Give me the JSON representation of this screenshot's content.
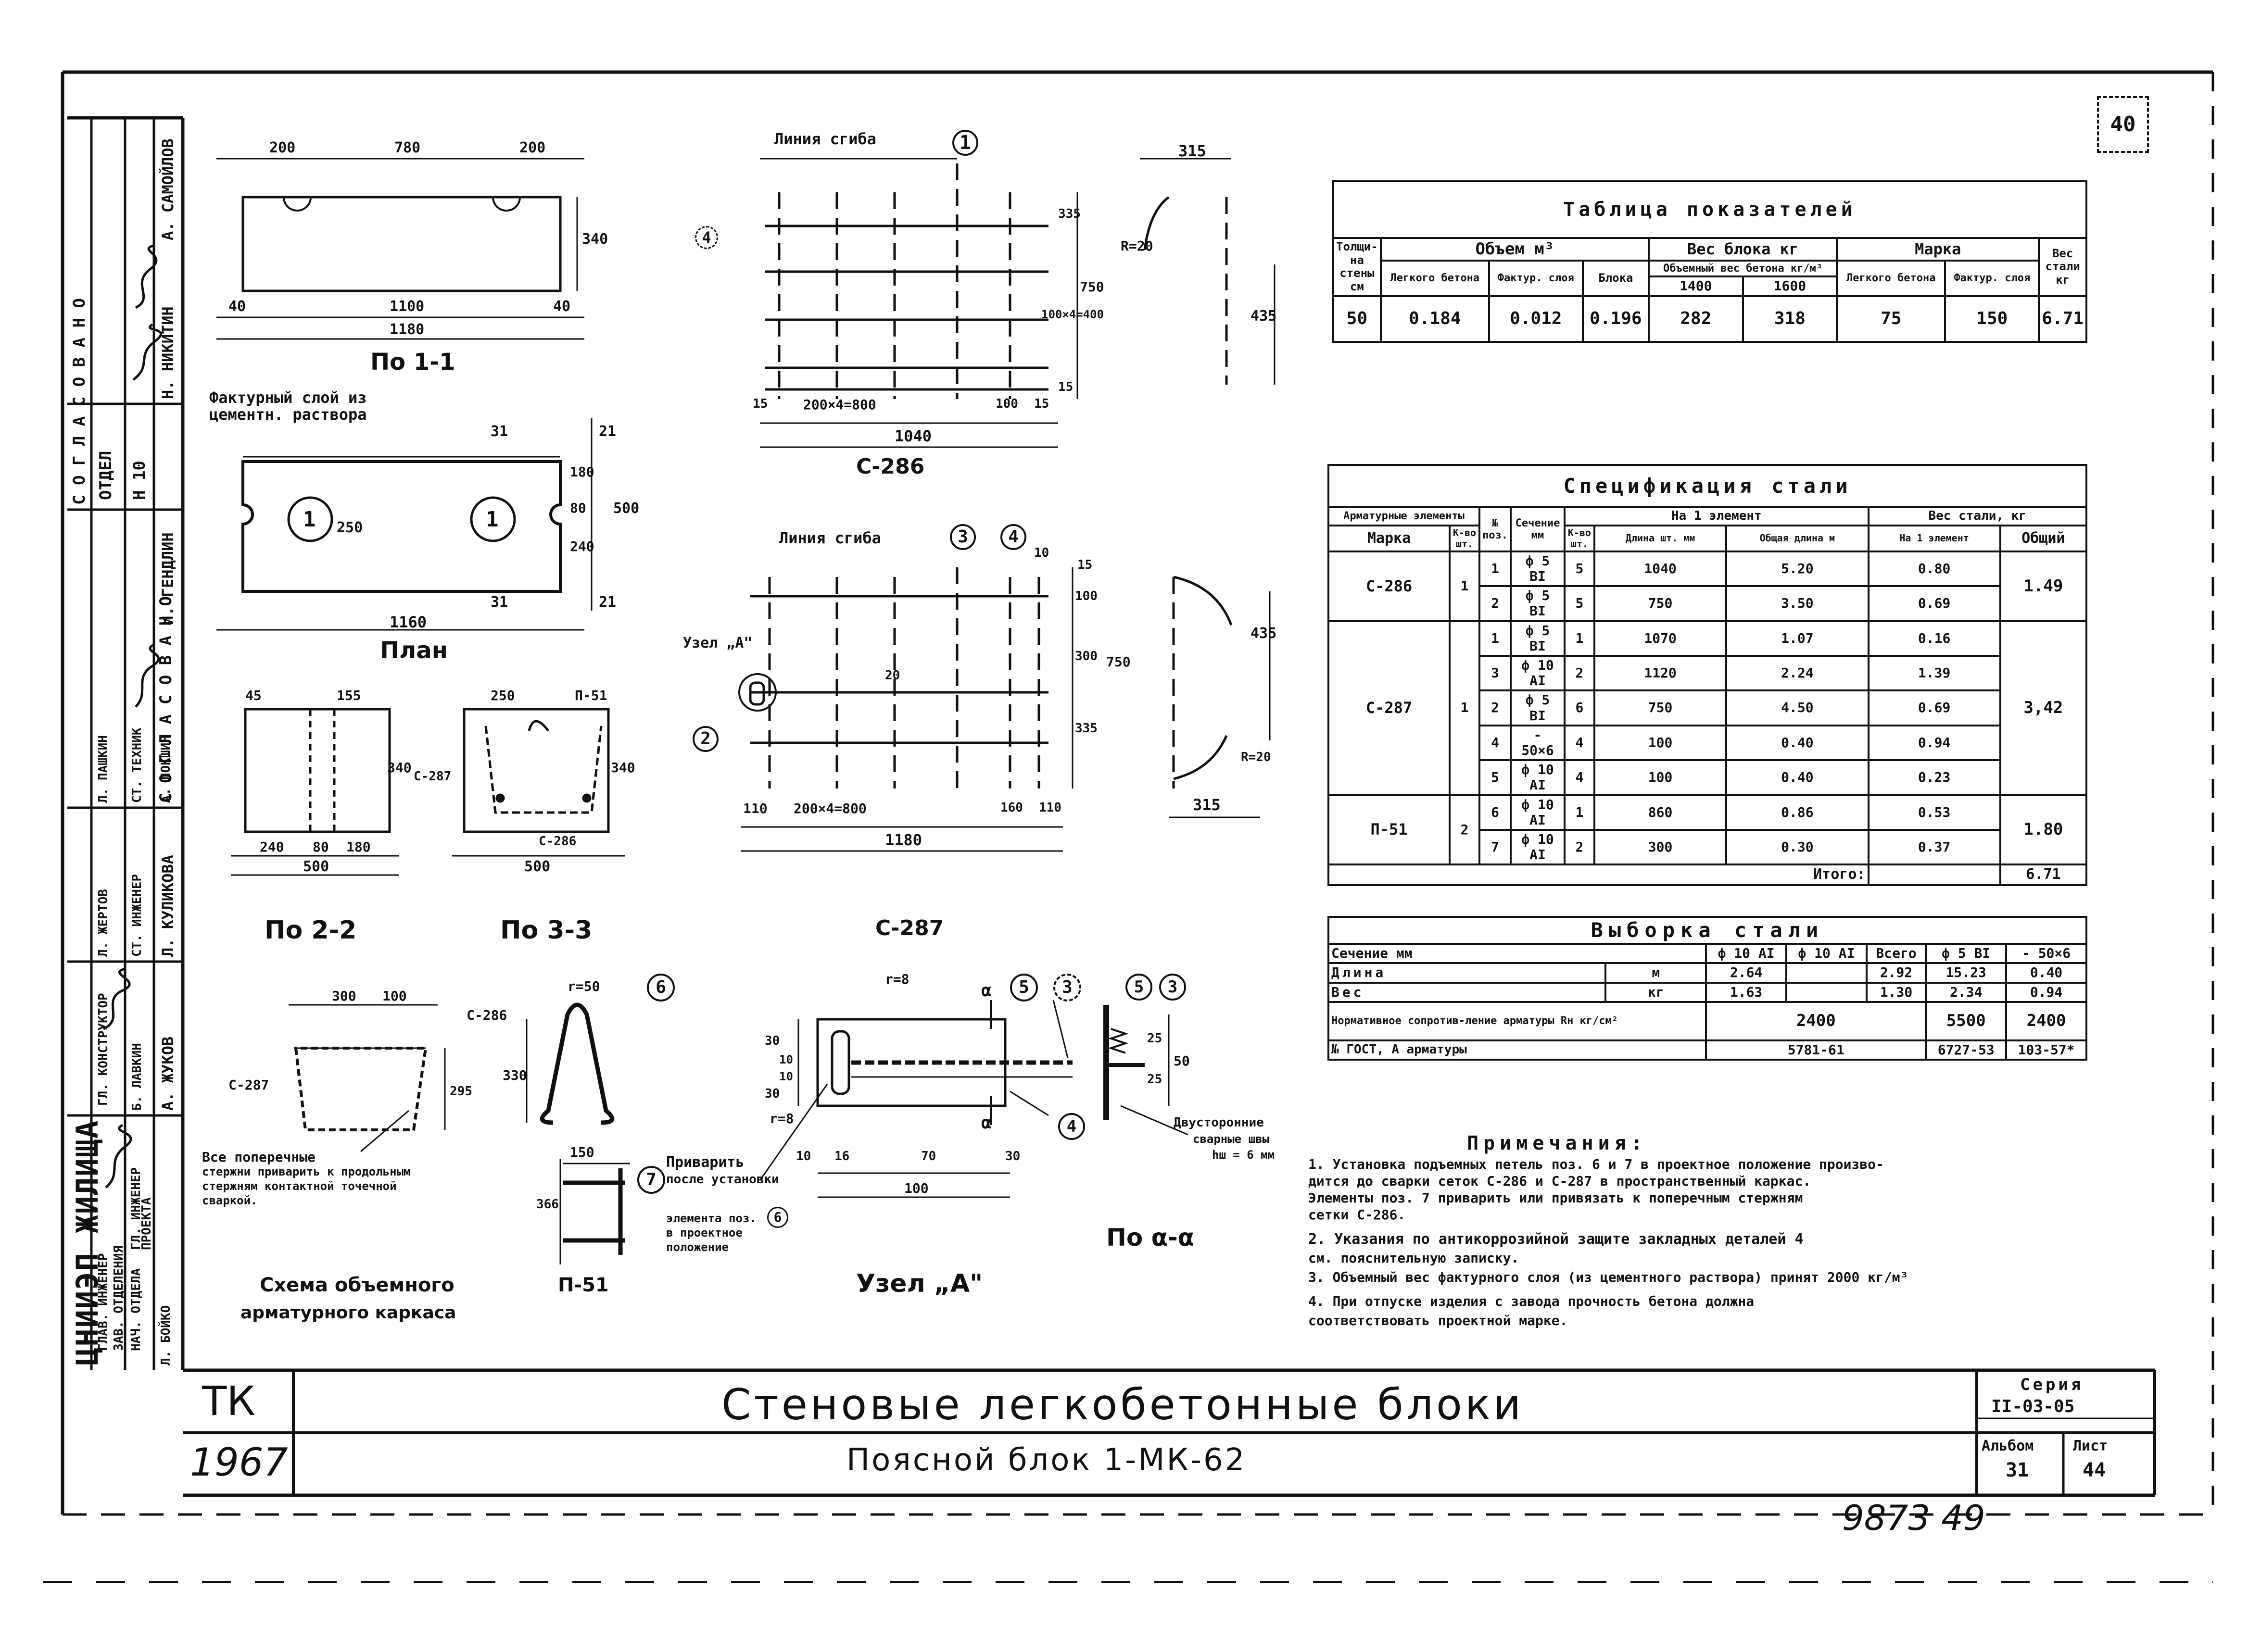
{
  "sheet_no": "40",
  "left_strip": {
    "rows": [
      [
        "ГЛАВ. ИНЖЕНЕР",
        "ЗАВ. ОТДЕЛЕНИЯ",
        "НАЧ. ОТДЕЛА"
      ],
      [
        "ГЛ. ИНЖЕНЕР",
        "ПРОЕКТА"
      ],
      [
        "ГЛ. КОНСТРУКТОР",
        "Л. ЖЕРТОВ"
      ],
      [
        "СТ. ИНЖЕНЕР",
        "Б. ЛАВКИН"
      ],
      [
        "СТ. ТЕХНИК",
        "А. ЛОКШИН"
      ],
      [
        "Л. ПАШКИН",
        "Л. БОЙКО"
      ]
    ],
    "approvals": [
      "С О Г Л А С О В А Н О",
      "С О Г Л А С О В А Н О"
    ],
    "org": "ЦНИИЭП ЖИЛИЩА",
    "dept": [
      "ОТДЕЛ",
      "Н 10"
    ],
    "names": [
      "А. САМОЙЛОВ",
      "Н. НИКИТИН",
      "И. ГЕНДЛИН",
      "Л. КУЛИКОВА",
      "А. ЖУКОВ"
    ]
  },
  "views": {
    "v11": {
      "caption": "По 1-1",
      "dims_top": [
        "200",
        "780",
        "200"
      ],
      "dims_bottom": [
        "40",
        "1100",
        "40"
      ],
      "overall": "1180",
      "height": "340"
    },
    "layer_note": [
      "Фактурный слой из",
      "цементн. раствора"
    ],
    "plan": {
      "caption": "План",
      "marker": "1",
      "d31": "31",
      "d21": "21",
      "d250": "250",
      "d240": "240",
      "d80": "80",
      "d180": "180",
      "d500": "500",
      "overall": "1160"
    },
    "v22": {
      "caption": "По 2-2",
      "d45": "45",
      "d155": "155",
      "d340": "340",
      "dims": [
        "240",
        "80",
        "180"
      ],
      "overall": "500"
    },
    "v33": {
      "caption": "По 3-3",
      "d250": "250",
      "tag": "П-51",
      "tag287": "С-287",
      "tag286": "С-286",
      "d340": "340",
      "overall": "500"
    },
    "c286": {
      "caption": "С-286",
      "bend_line": "Линия сгиба",
      "marker": "1",
      "side": "4",
      "dims": [
        "15",
        "200×4=800",
        "100",
        "15"
      ],
      "overall": "1040",
      "vert": [
        "335",
        "100×4=400",
        "15"
      ],
      "h750": "750",
      "d315": "315",
      "r20": "R=20",
      "d435": "435"
    },
    "c287": {
      "caption": "С-287",
      "bend_line": "Линия сгиба",
      "m3": "3",
      "m4": "4",
      "m2": "2",
      "node": "Узел „А\"",
      "dims": [
        "110",
        "200×4=800",
        "160",
        "110"
      ],
      "overall": "1180",
      "vert": [
        "15",
        "100",
        "300",
        "335"
      ],
      "h750": "750",
      "d10": "10",
      "d20": "20",
      "d315": "315",
      "d435": "435",
      "r20": "R=20"
    },
    "scheme": {
      "caption": [
        "Схема объемного",
        "арматурного каркаса"
      ],
      "d300": "300",
      "d100": "100",
      "tag287": "С-287",
      "tag286": "С-286",
      "d295": "295",
      "note": [
        "Все поперечные",
        "стержни приварить к продольным",
        "стержням контактной точечной",
        "сваркой."
      ]
    },
    "loop": {
      "r50": "r=50",
      "d330": "330",
      "marker": "6"
    },
    "p51": {
      "caption": "П-51",
      "d150": "150",
      "d366": "366",
      "marker": "7"
    },
    "weld_note": [
      "Приварить",
      "после установки",
      "элемента поз.",
      "в проектное",
      "положение"
    ],
    "weld_marker": "6",
    "node": {
      "caption": "Узел „А\"",
      "r8": "r=8",
      "cut": "α",
      "m5": "5",
      "m3": "3",
      "dims_v": [
        "30",
        "10",
        "10",
        "30"
      ],
      "dims": [
        "10",
        "16",
        "70",
        "30"
      ],
      "overall": "100",
      "r8b": "r=8"
    },
    "aa": {
      "caption": "По α-α",
      "m5": "5",
      "m3": "3",
      "m4": "4",
      "d25": "25",
      "d50": "50",
      "weld": [
        "Двусторонние",
        "сварные швы",
        "hш = 6 мм"
      ]
    }
  },
  "indicators": {
    "title": "Таблица показателей",
    "headers": [
      "Толщи-на стены см",
      "Объем м³",
      "Вес блока кг",
      "Марка",
      "Вес стали кг"
    ],
    "sub": [
      "Легкого бетона",
      "Фактур. слоя",
      "Блока",
      "Объемный вес бетона кг/м³",
      "Легкого бетона",
      "Фактур. слоя"
    ],
    "density": [
      "1400",
      "1600"
    ],
    "row": [
      "50",
      "0.184",
      "0.012",
      "0.196",
      "282",
      "318",
      "75",
      "150",
      "6.71"
    ]
  },
  "spec": {
    "title": "Спецификация стали",
    "headers": [
      "Арматурные элементы",
      "№ поз.",
      "Сечение мм",
      "На 1 элемент",
      "Вес стали, кг"
    ],
    "sub": [
      "Марка",
      "К-во шт.",
      "К-во шт.",
      "Длина шт. мм",
      "Общая длина м",
      "На 1 элемент",
      "Общий"
    ],
    "groups": [
      {
        "mark": "С-286",
        "qty": "1",
        "total": "1.49",
        "rows": [
          [
            "1",
            "ф 5 BI",
            "5",
            "1040",
            "5.20",
            "0.80"
          ],
          [
            "2",
            "ф 5 BI",
            "5",
            "750",
            "3.50",
            "0.69"
          ]
        ]
      },
      {
        "mark": "С-287",
        "qty": "1",
        "total": "3,42",
        "rows": [
          [
            "1",
            "ф 5 BI",
            "1",
            "1070",
            "1.07",
            "0.16"
          ],
          [
            "3",
            "ф 10 AI",
            "2",
            "1120",
            "2.24",
            "1.39"
          ],
          [
            "2",
            "ф 5 BI",
            "6",
            "750",
            "4.50",
            "0.69"
          ],
          [
            "4",
            "- 50×6",
            "4",
            "100",
            "0.40",
            "0.94"
          ],
          [
            "5",
            "ф 10 AI",
            "4",
            "100",
            "0.40",
            "0.23"
          ]
        ]
      },
      {
        "mark": "П-51",
        "qty": "2",
        "total": "1.80",
        "rows": [
          [
            "6",
            "ф 10 AI",
            "1",
            "860",
            "0.86",
            "0.53"
          ],
          [
            "7",
            "ф 10 AI",
            "2",
            "300",
            "0.30",
            "0.37"
          ]
        ]
      }
    ],
    "total_label": "Итого:",
    "total": "6.71"
  },
  "selection": {
    "title": "Выборка стали",
    "header": [
      "Сечение мм",
      "ф 10 AI",
      "ф 10 AI",
      "Всего",
      "ф 5 BI",
      "- 50×6"
    ],
    "rows": [
      [
        "Длина",
        "м",
        "2.64",
        "",
        "2.92",
        "15.23",
        "0.40"
      ],
      [
        "Вес",
        "кг",
        "1.63",
        "",
        "1.30",
        "2.34",
        "0.94"
      ]
    ],
    "norm": [
      "Нормативное сопротив-ление арматуры Rн кг/см²",
      "2400",
      "5500",
      "2400"
    ],
    "gost": [
      "№ ГОСТ, А арматуры",
      "5781-61",
      "6727-53",
      "103-57*"
    ]
  },
  "notes": {
    "title": "Примечания:",
    "items": [
      "1. Установка подъемных петель поз. 6 и 7 в проектное положение произво-",
      "   дится до сварки сеток С-286 и С-287 в пространственный каркас.",
      "   Элементы поз. 7 приварить или привязать к поперечным стержням",
      "   сетки С-286.",
      "2. Указания по антикоррозийной защите закладных деталей 4",
      "   см. пояснительную записку.",
      "3. Объемный вес фактурного слоя (из цементного раствора) принят 2000 кг/м³",
      "4. При отпуске изделия с завода прочность бетона должна",
      "   соответствовать проектной марке."
    ]
  },
  "title_block": {
    "tk": "ТК",
    "year": "1967",
    "title": "Стеновые легкобетонные блоки",
    "subtitle": "Поясной блок 1-МК-62",
    "series_label": "Серия",
    "series": "II-03-05",
    "album_label": "Альбом",
    "album": "31",
    "sheet_label": "Лист",
    "sheet": "44"
  },
  "inventory": "9873 49"
}
